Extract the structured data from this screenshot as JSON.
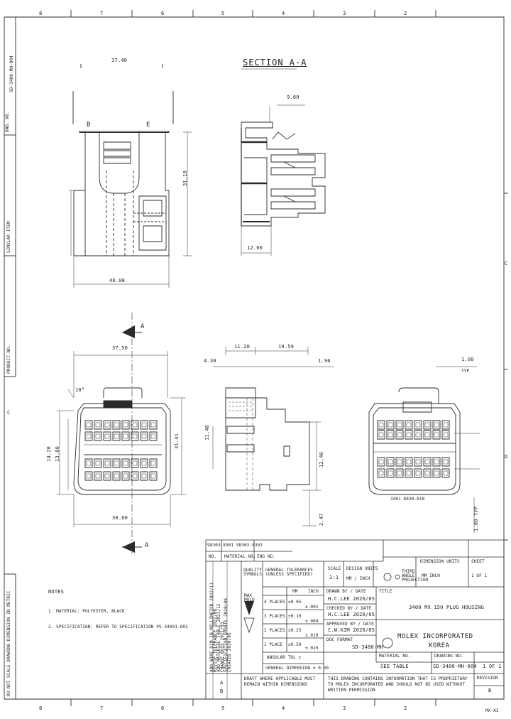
{
  "border": {
    "top_zones": [
      "8",
      "7",
      "6",
      "5",
      "4",
      "3",
      "2"
    ],
    "bottom_zones": [
      "8",
      "7",
      "6",
      "5",
      "4",
      "3",
      "2"
    ],
    "right_zones": [
      "C",
      "D"
    ],
    "left_zones": [
      "C"
    ],
    "corner_code": "MX-A3"
  },
  "left_strip": {
    "dwg_no_label": "DWG. NO.",
    "dwg_no_value": "SD-3400-MH-004",
    "similar_item_label": "SIMILAR ITEM",
    "product_no_label": "PRODUCT NO.",
    "dimension_note": "DO NOT SCALE DRAWING DIMENSION IN METRIC"
  },
  "top_view": {
    "dim_width": "37.40",
    "dim_height": "31.10",
    "dim_base": "40.08",
    "label_b": "B",
    "label_e": "E"
  },
  "section": {
    "title": "SECTION A-A",
    "dim_top": "9.60",
    "dim_bottom": "12.00"
  },
  "front_view": {
    "cut_a_top": "A",
    "cut_a_bottom": "A",
    "dim_top": "37.50",
    "dim_angle": "10°",
    "dim_left_a": "14.20",
    "dim_left_b": "13.00",
    "dim_right": "31.41",
    "dim_bottom": "30.60"
  },
  "side_view": {
    "dim_a": "11.20",
    "dim_b": "19.59",
    "dim_c": "4.30",
    "dim_d": "1.90",
    "dim_left": "11.40",
    "dim_right": "12.40",
    "dim_bottom": "2.47"
  },
  "rear_view": {
    "dim_top": "1.00",
    "dim_top_sub": "TYP",
    "dim_side": "1.00 TYP",
    "marking": "3401 8830-018"
  },
  "notes": {
    "title": "NOTES",
    "line1": "1. MATERIAL: POLYESTER, BLACK",
    "line2": "2. SPECIFICATION: REFER TO SPECIFICATION PS-34001-001"
  },
  "revisions": {
    "entries": [
      "ADD WIRE DIM IN MILLIMETER 2022/11",
      "REVISE TOLERANCE 2022/08",
      "ADD MATERIAL TABLE 2021/12",
      "CHANGE BOSS 2021/03",
      "SPECIFICATION UPDATE 2020/09",
      "CREATED 2020/05"
    ],
    "marks": [
      "A",
      "B"
    ]
  },
  "title_block": {
    "material_top": "98303-8301   98303-8302",
    "col_no": "NO.",
    "col_material": "MATERIAL NO.",
    "col_eng": "ENG NO.",
    "quality_symbols": "QUALITY SYMBOLS",
    "general_tolerances": "GENERAL TOLERANCES (UNLESS SPECIFIED)",
    "scale_label": "SCALE",
    "scale_value": "2:1",
    "design_units": "DESIGN UNITS",
    "units_value": "MM / INCH",
    "third_angle": "THIRD ANGLE PROJECTION",
    "dimension_units_label": "DIMENSION UNITS",
    "dimension_units_values": "MM  INCH",
    "sheet_label": "SHEET",
    "sheet_value": "1 OF 1",
    "table_header_mm": "MM",
    "table_header_inch": "INCH",
    "places": [
      "4 PLACES",
      "3 PLACES",
      "2 PLACES",
      "1 PLACE"
    ],
    "tol_mm": [
      "±0.05",
      "±0.10",
      "±0.25",
      "±0.50"
    ],
    "tol_inch": [
      "±.002",
      "±.004",
      "±.010",
      "±.020"
    ],
    "angular_tol": "ANGULAR TOL ±",
    "drawn_by": "DRAWN BY / DATE",
    "drawn_value": "H.C.LEE 2020/05",
    "checked_by": "CHECKED BY / DATE",
    "checked_value": "H.C.LEE 2020/05",
    "approved_by": "APPROVED BY / DATE",
    "approved_value": "C.W.KIM 2020/05",
    "drawing_title_label": "TITLE",
    "drawing_title": "3400 MX 150 PLUG HOUSING",
    "company": "MOLEX INCORPORATED",
    "country": "KOREA",
    "material_label": "MATERIAL NO.",
    "material_value": "SEE TABLE",
    "drawing_no_label": "DRAWING NO.",
    "drawing_no_value": "SD-3400-MH-004",
    "sheet_no": "1 OF 1",
    "doc_format": "DOC FORMAT",
    "doc_value": "SD-3400-MH",
    "revision_label": "REVISION",
    "revision_value": "B",
    "proprietary": "THIS DRAWING CONTAINS INFORMATION THAT IS PROPRIETARY TO MOLEX INCORPORATED AND SHOULD NOT BE USED WITHOUT WRITTEN PERMISSION",
    "left_note": "DRAFT WHERE APPLICABLE MUST REMAIN WITHIN DIMENSIONS",
    "general_note": "GENERAL DIMENSION ± 0.30",
    "arrow_label": "MAX MOLD"
  },
  "colors": {
    "line": "#2a2a2a",
    "paper": "#ffffff"
  }
}
